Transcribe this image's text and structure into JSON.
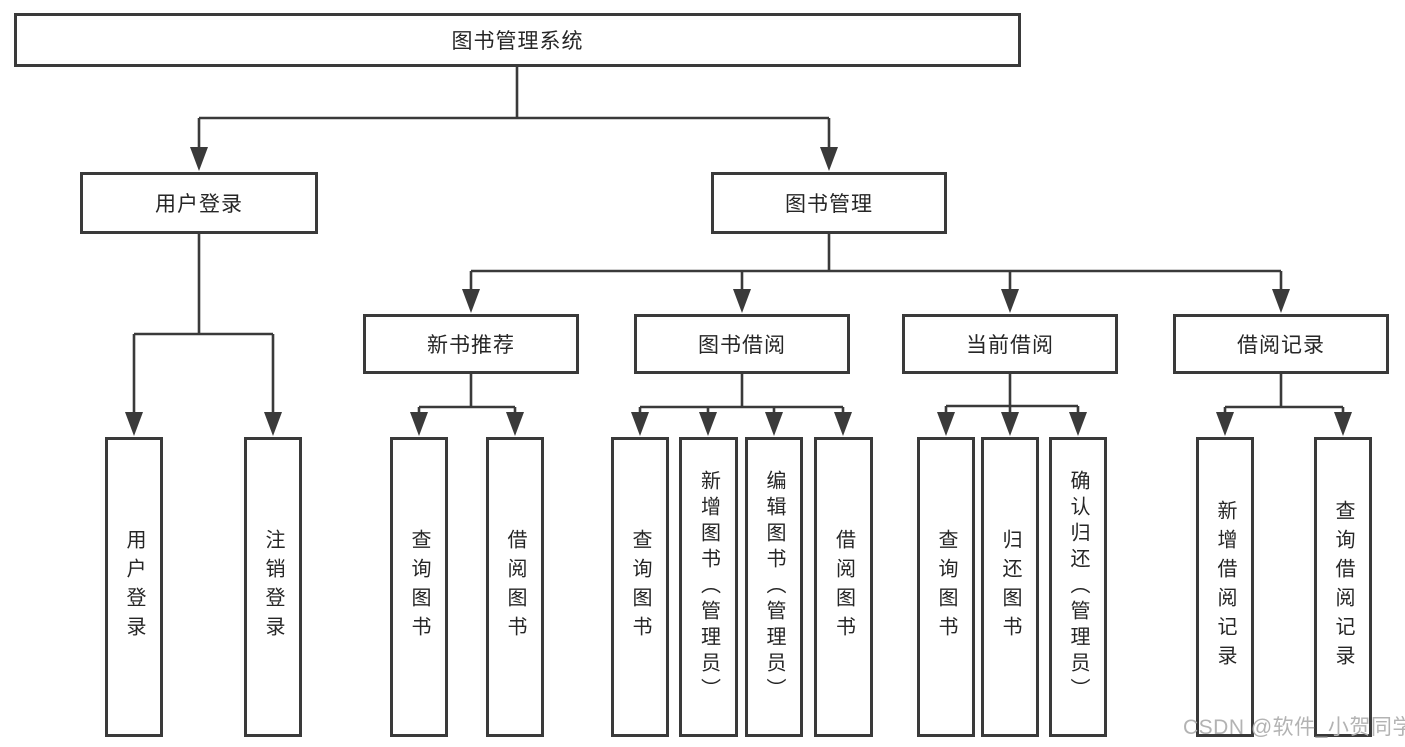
{
  "title": {
    "label": "图书管理系统"
  },
  "branches": {
    "userLogin": {
      "label": "用户登录",
      "children": [
        "用户登录",
        "注销登录"
      ]
    },
    "bookMgmt": {
      "label": "图书管理",
      "sections": {
        "newBooks": {
          "label": "新书推荐",
          "children": [
            "查询图书",
            "借阅图书"
          ]
        },
        "borrow": {
          "label": "图书借阅",
          "children": [
            "查询图书",
            "新增图书（管理员）",
            "编辑图书（管理员）",
            "借阅图书"
          ]
        },
        "current": {
          "label": "当前借阅",
          "children": [
            "查询图书",
            "归还图书",
            "确认归还（管理员）"
          ]
        },
        "records": {
          "label": "借阅记录",
          "children": [
            "新增借阅记录",
            "查询借阅记录"
          ]
        }
      }
    }
  },
  "watermark": {
    "text": "CSDN @软件_小贺同学"
  },
  "colors": {
    "line": "#3a3a3a",
    "text": "#262626",
    "background": "#ffffff",
    "watermark": "#b3b3b3"
  }
}
